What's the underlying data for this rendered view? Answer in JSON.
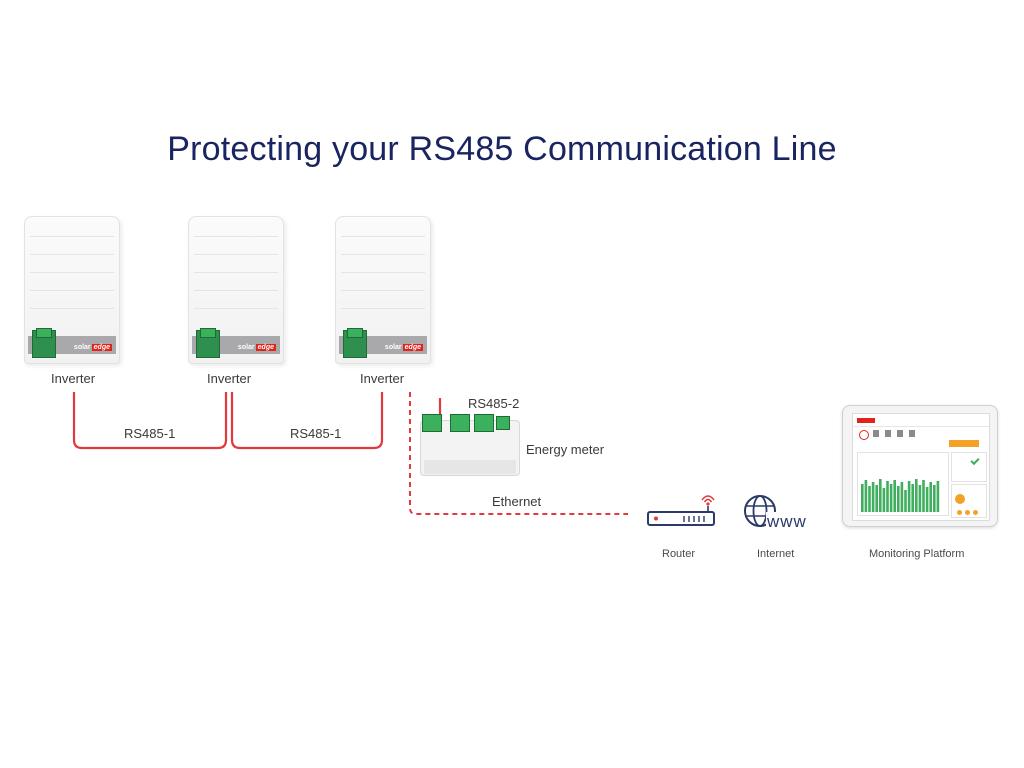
{
  "title": "Protecting your RS485 Communication Line",
  "inverters": [
    {
      "label": "Inverter",
      "brand": "solar",
      "brand_edge": "edge"
    },
    {
      "label": "Inverter",
      "brand": "solar",
      "brand_edge": "edge"
    },
    {
      "label": "Inverter",
      "brand": "solar",
      "brand_edge": "edge"
    }
  ],
  "connections": {
    "rs485_1_a": "RS485-1",
    "rs485_1_b": "RS485-1",
    "rs485_2": "RS485-2",
    "ethernet": "Ethernet"
  },
  "devices": {
    "energy_meter": "Energy meter",
    "router": "Router",
    "internet": "Internet",
    "internet_glyph": "www",
    "monitoring": "Monitoring Platform"
  },
  "colors": {
    "title": "#1a2460",
    "cable": "#e2393e",
    "ethernet": "#e2393e",
    "router": "#2b3a67",
    "chart_bars": "#3fae5f"
  }
}
